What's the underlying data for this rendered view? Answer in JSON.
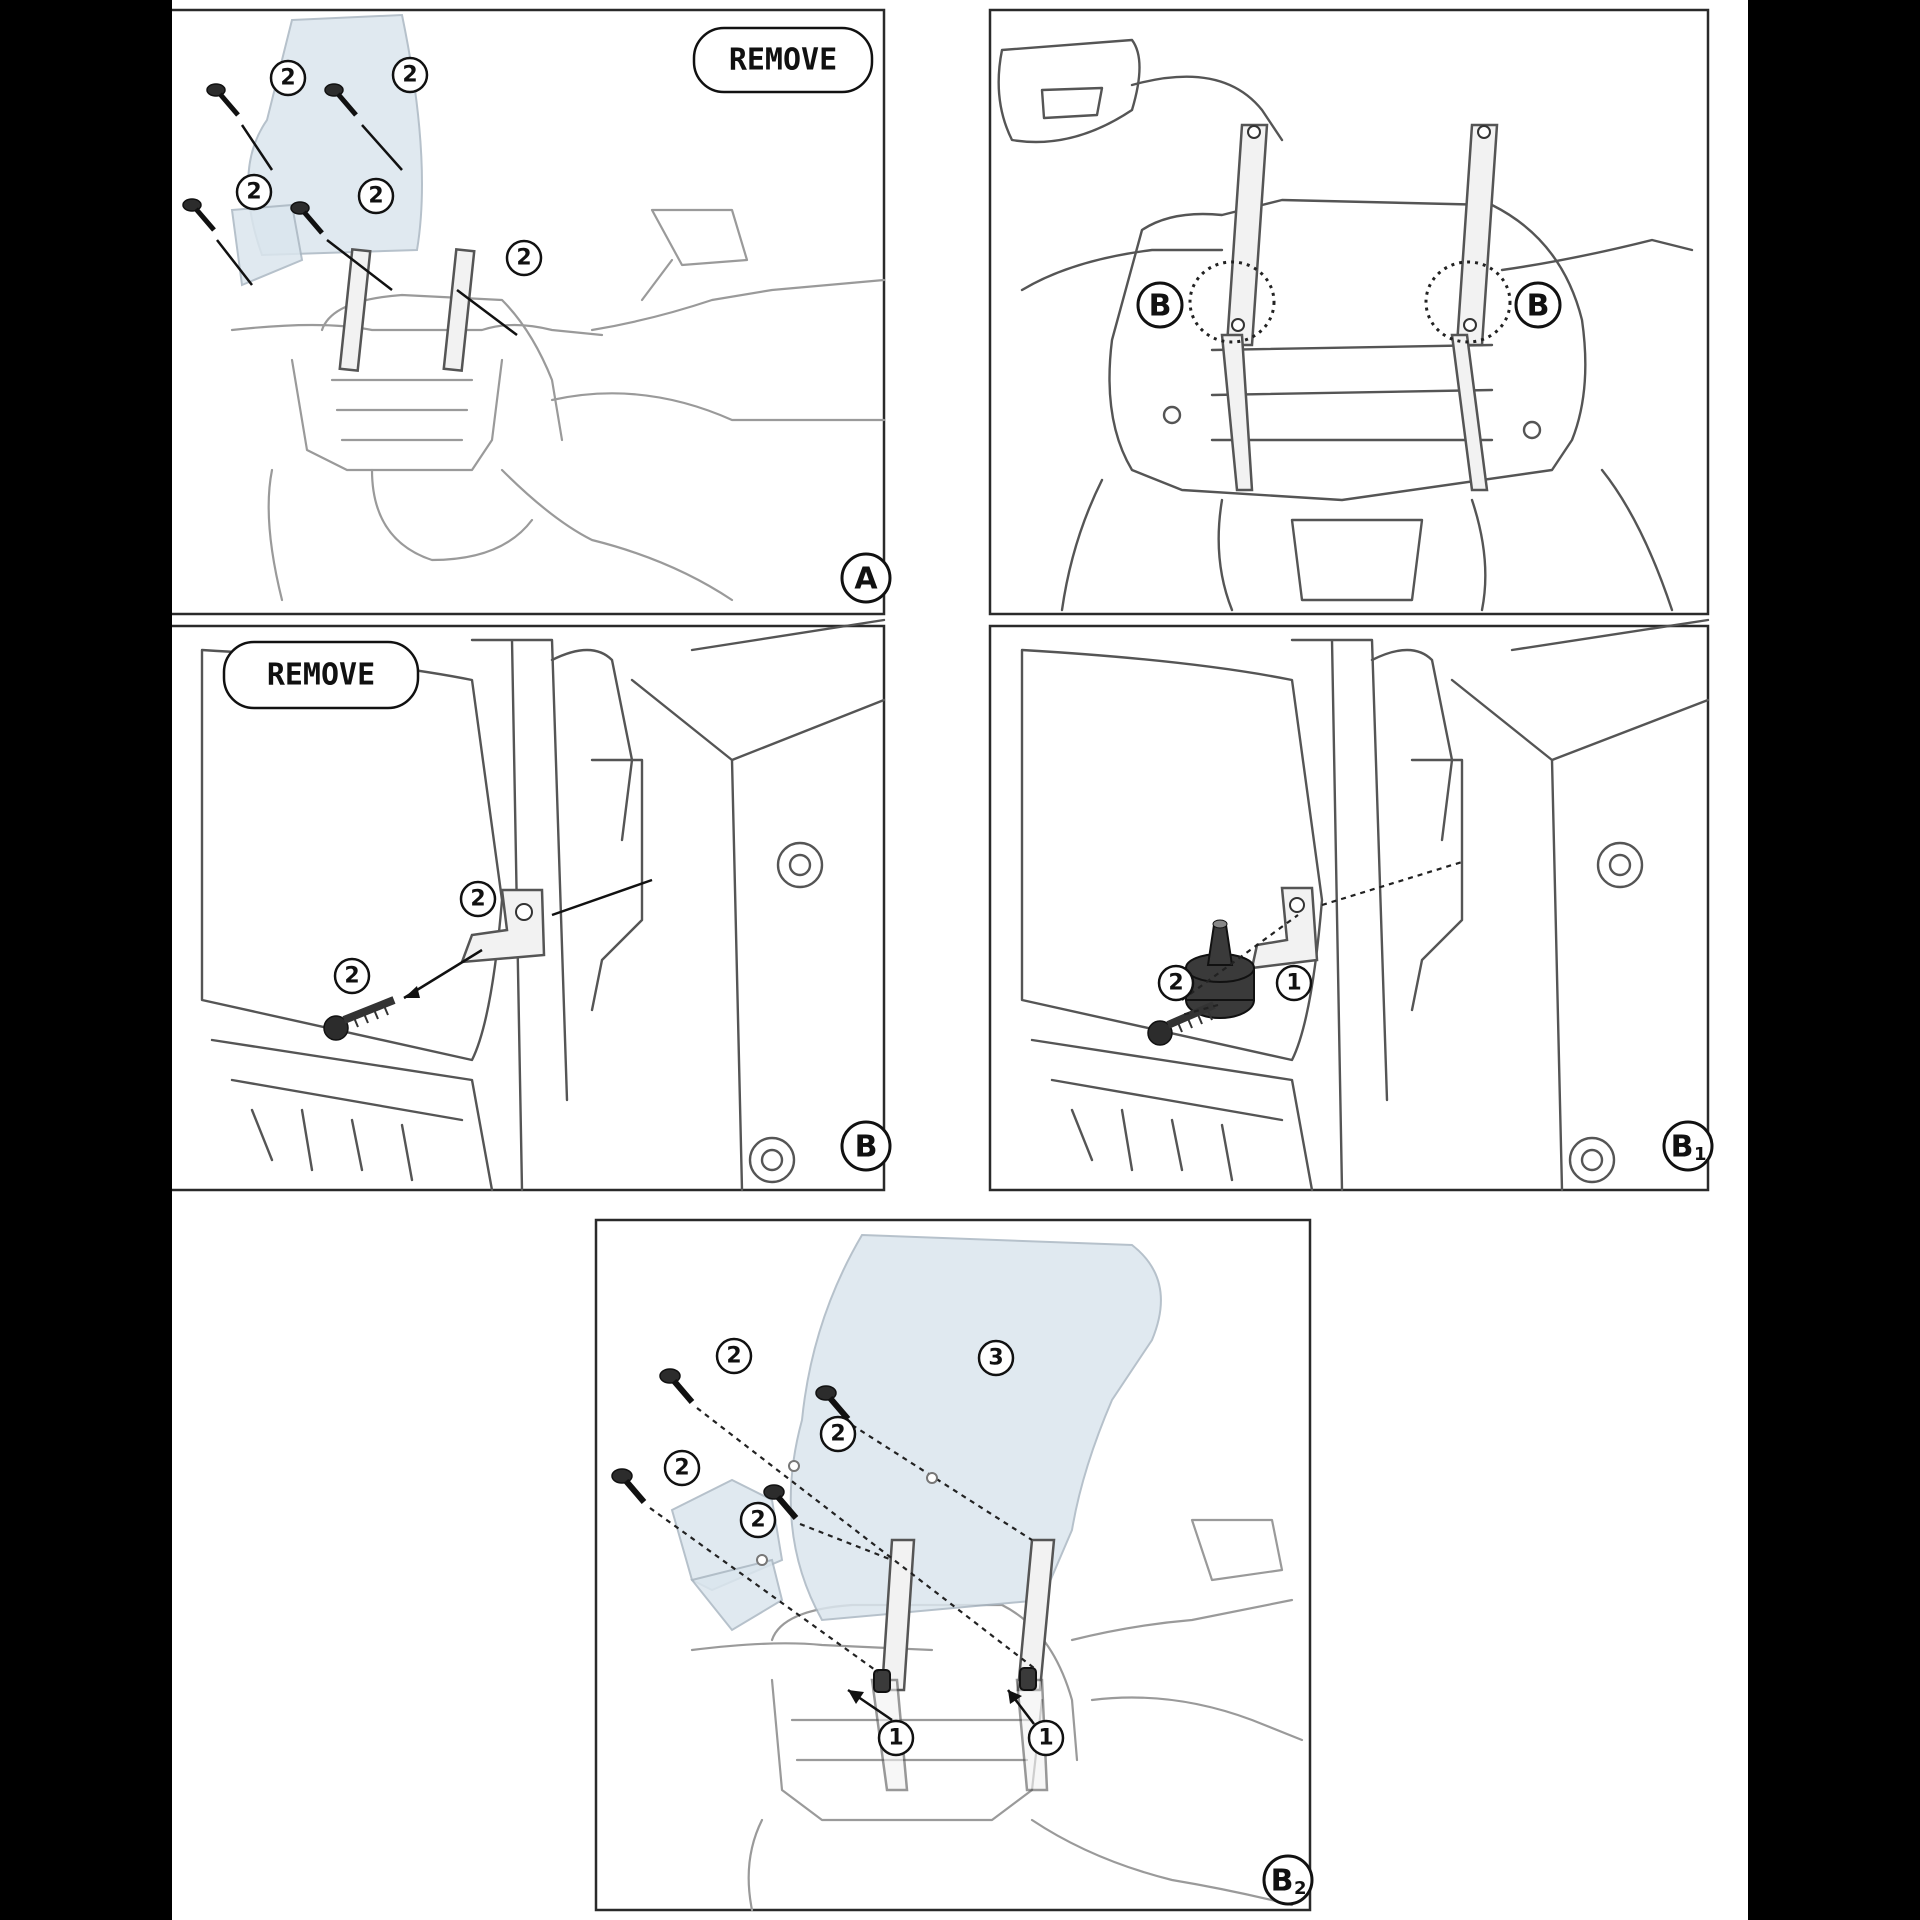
{
  "panels": [
    {
      "id": "A",
      "step_label": "A",
      "banner": "REMOVE",
      "callouts": [
        "2",
        "2",
        "2",
        "2",
        "2"
      ]
    },
    {
      "id": "overview",
      "step_label": "",
      "zoom_labels": [
        "B",
        "B"
      ]
    },
    {
      "id": "B",
      "step_label": "B",
      "banner": "REMOVE",
      "callouts": [
        "2",
        "2"
      ]
    },
    {
      "id": "B1",
      "step_label": "B",
      "step_sub": "1",
      "callouts": [
        "2",
        "1"
      ]
    },
    {
      "id": "B2",
      "step_label": "B",
      "step_sub": "2",
      "callouts": [
        "2",
        "2",
        "2",
        "2",
        "3",
        "1",
        "1"
      ]
    }
  ]
}
